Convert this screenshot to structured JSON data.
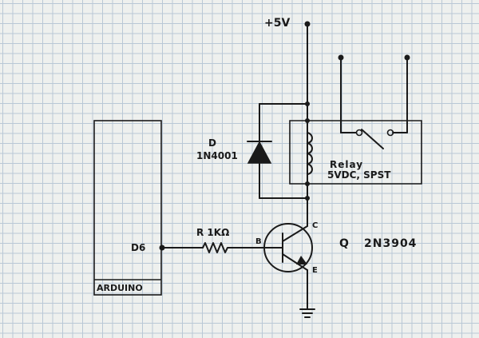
{
  "labels": {
    "supply": "+5V",
    "diode_ref": "D",
    "diode_part": "1N4001",
    "relay_name": "Relay",
    "relay_spec": "5VDC, SPST",
    "arduino": "ARDUINO",
    "pin": "D6",
    "resistor": "R 1KΩ",
    "base": "B",
    "collector": "C",
    "emitter": "E",
    "transistor_ref": "Q",
    "transistor_part": "2N3904"
  }
}
